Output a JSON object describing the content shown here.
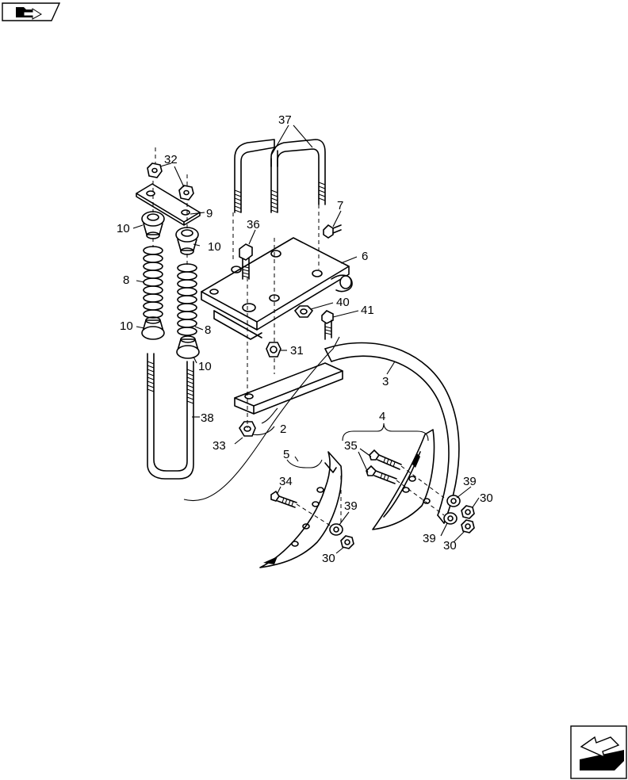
{
  "nav": {
    "top_icon": "folder-arrow-icon",
    "bottom_icon": "next-page-arrow-icon"
  },
  "callouts": [
    {
      "id": "c37",
      "text": "37"
    },
    {
      "id": "c32",
      "text": "32"
    },
    {
      "id": "c7",
      "text": "7"
    },
    {
      "id": "c9",
      "text": "9"
    },
    {
      "id": "c36",
      "text": "36"
    },
    {
      "id": "c10a",
      "text": "10"
    },
    {
      "id": "c10b",
      "text": "10"
    },
    {
      "id": "c6",
      "text": "6"
    },
    {
      "id": "c8a",
      "text": "8"
    },
    {
      "id": "c40",
      "text": "40"
    },
    {
      "id": "c41",
      "text": "41"
    },
    {
      "id": "c10c",
      "text": "10"
    },
    {
      "id": "c8b",
      "text": "8"
    },
    {
      "id": "c31",
      "text": "31"
    },
    {
      "id": "c10d",
      "text": "10"
    },
    {
      "id": "c3",
      "text": "3"
    },
    {
      "id": "c38",
      "text": "38"
    },
    {
      "id": "c4",
      "text": "4"
    },
    {
      "id": "c2",
      "text": "2"
    },
    {
      "id": "c33",
      "text": "33"
    },
    {
      "id": "c35",
      "text": "35"
    },
    {
      "id": "c5",
      "text": "5"
    },
    {
      "id": "c39a",
      "text": "39"
    },
    {
      "id": "c34",
      "text": "34"
    },
    {
      "id": "c30a",
      "text": "30"
    },
    {
      "id": "c39b",
      "text": "39"
    },
    {
      "id": "c39c",
      "text": "39"
    },
    {
      "id": "c30b",
      "text": "30"
    },
    {
      "id": "c30c",
      "text": "30"
    }
  ]
}
